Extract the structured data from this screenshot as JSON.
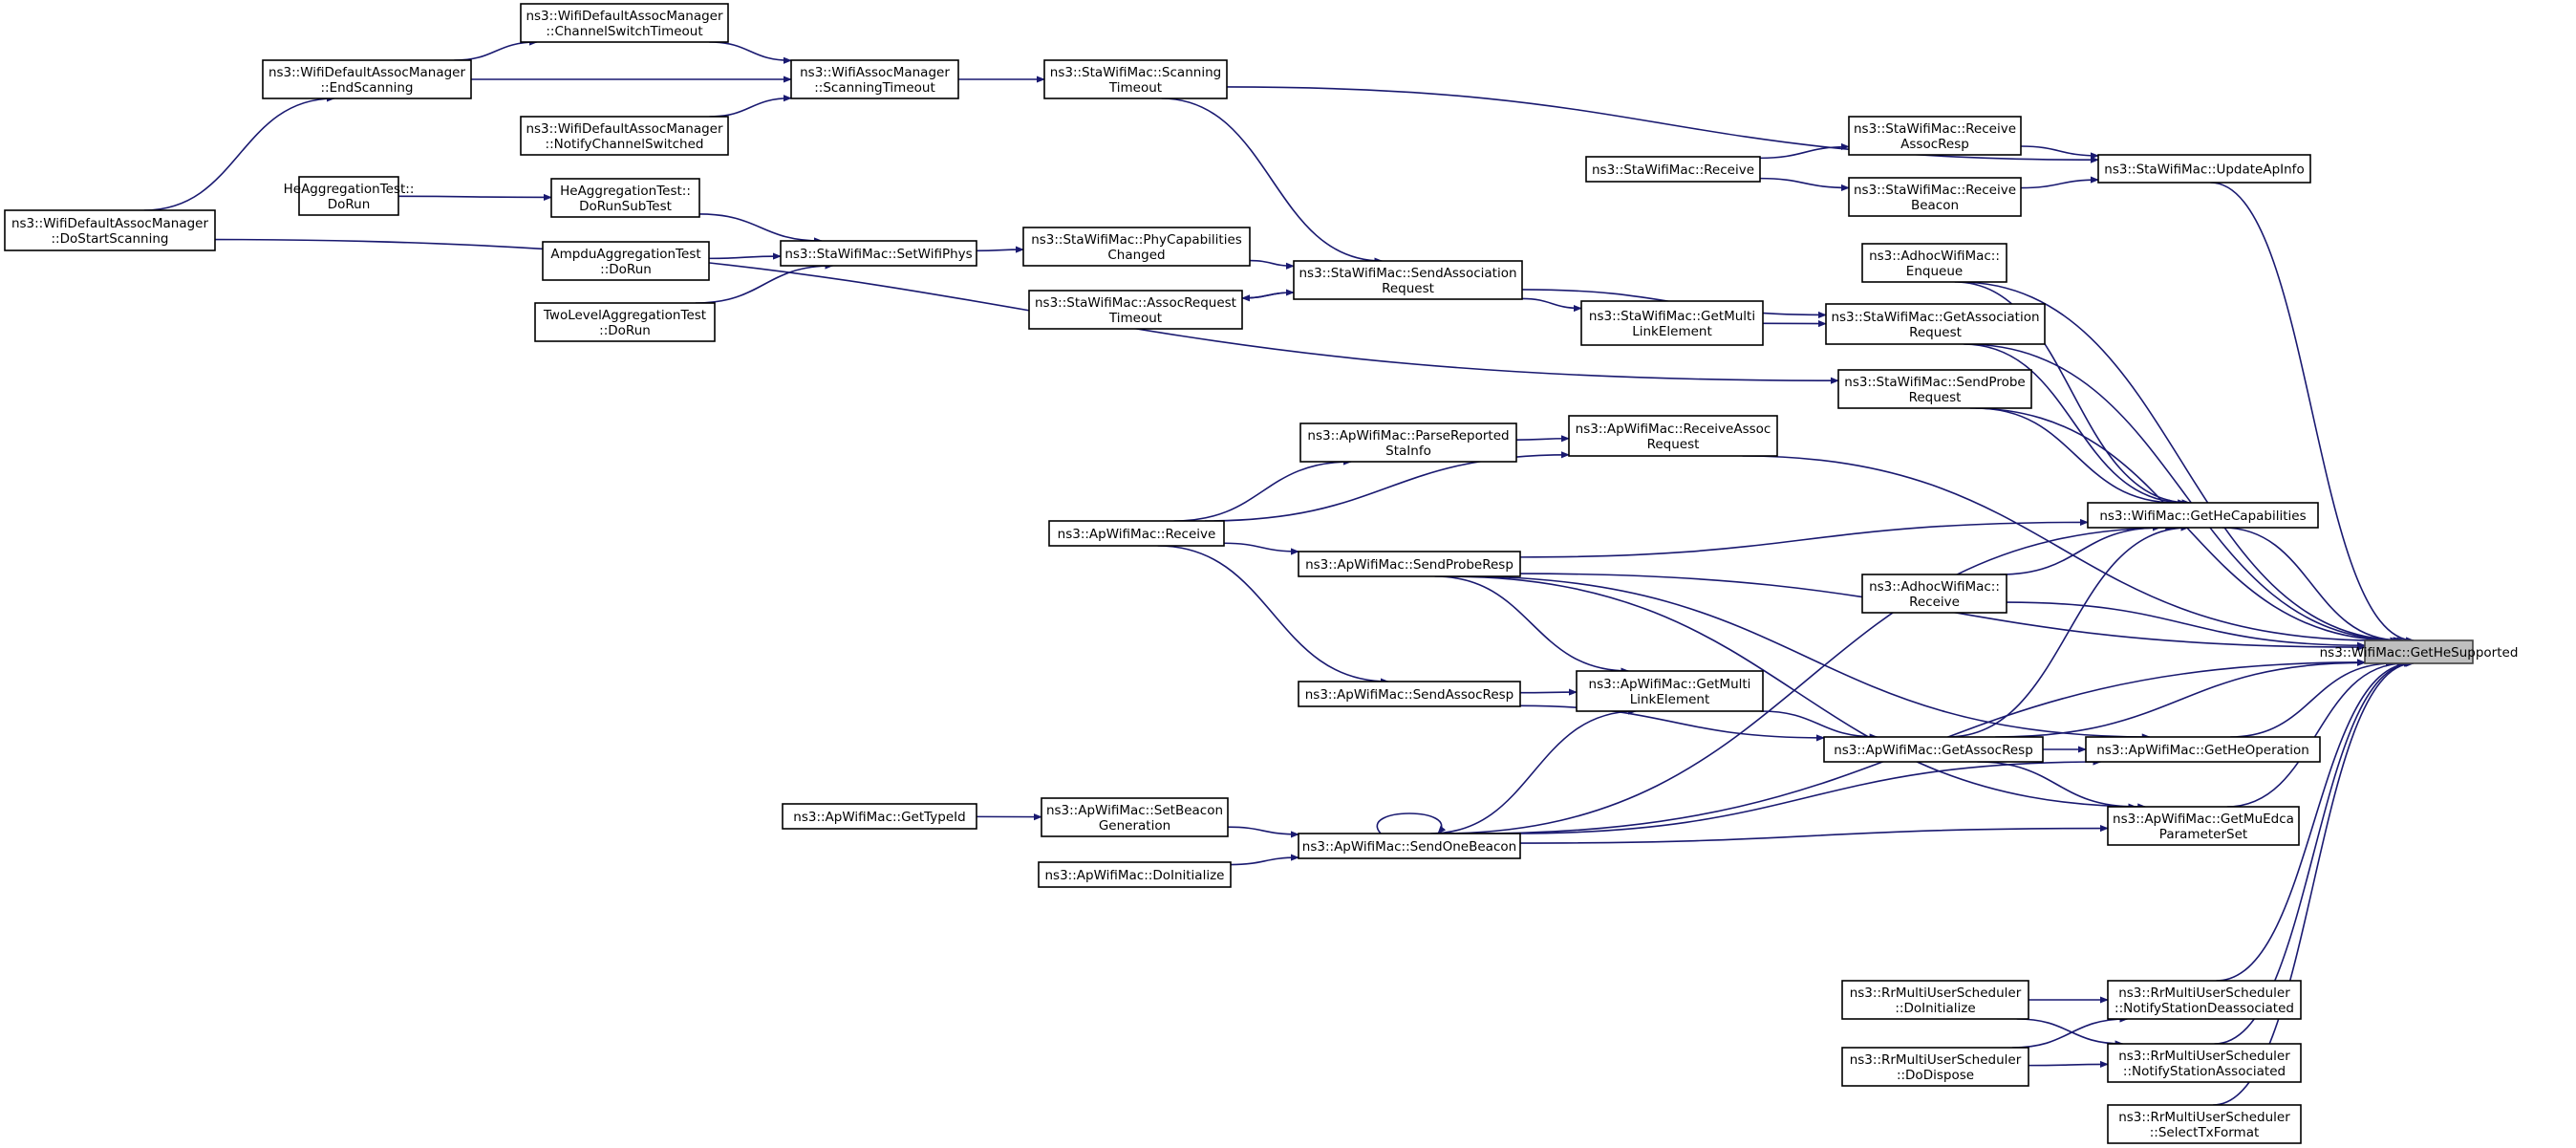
{
  "graph": {
    "title": "",
    "nodes": [
      {
        "id": "get_he_supported",
        "lines": [
          "ns3::WifiMac::GetHeSupported"
        ]
      },
      {
        "id": "update_ap_info",
        "lines": [
          "ns3::StaWifiMac::UpdateApInfo"
        ]
      },
      {
        "id": "receive_assoc_resp",
        "lines": [
          "ns3::StaWifiMac::Receive",
          "AssocResp"
        ]
      },
      {
        "id": "receive_beacon",
        "lines": [
          "ns3::StaWifiMac::Receive",
          "Beacon"
        ]
      },
      {
        "id": "sta_receive",
        "lines": [
          "ns3::StaWifiMac::Receive"
        ]
      },
      {
        "id": "scanning_timeout_sta",
        "lines": [
          "ns3::StaWifiMac::Scanning",
          "Timeout"
        ]
      },
      {
        "id": "assoc_scanning_timeout",
        "lines": [
          "ns3::WifiAssocManager",
          "::ScanningTimeout"
        ]
      },
      {
        "id": "channel_switch_timeout",
        "lines": [
          "ns3::WifiDefaultAssocManager",
          "::ChannelSwitchTimeout"
        ]
      },
      {
        "id": "end_scanning",
        "lines": [
          "ns3::WifiDefaultAssocManager",
          "::EndScanning"
        ]
      },
      {
        "id": "notify_channel_switched",
        "lines": [
          "ns3::WifiDefaultAssocManager",
          "::NotifyChannelSwitched"
        ]
      },
      {
        "id": "do_start_scanning",
        "lines": [
          "ns3::WifiDefaultAssocManager",
          "::DoStartScanning"
        ]
      },
      {
        "id": "he_aggr_dorun",
        "lines": [
          "HeAggregationTest::",
          "DoRun"
        ]
      },
      {
        "id": "he_aggr_dorunsubtest",
        "lines": [
          "HeAggregationTest::",
          "DoRunSubTest"
        ]
      },
      {
        "id": "ampdu_aggr_dorun",
        "lines": [
          "AmpduAggregationTest",
          "::DoRun"
        ]
      },
      {
        "id": "twolevel_aggr_dorun",
        "lines": [
          "TwoLevelAggregationTest",
          "::DoRun"
        ]
      },
      {
        "id": "set_wifi_phys",
        "lines": [
          "ns3::StaWifiMac::SetWifiPhys"
        ]
      },
      {
        "id": "phy_capabilities_changed",
        "lines": [
          "ns3::StaWifiMac::PhyCapabilities",
          "Changed"
        ]
      },
      {
        "id": "assoc_request_timeout",
        "lines": [
          "ns3::StaWifiMac::AssocRequest",
          "Timeout"
        ]
      },
      {
        "id": "send_association_request",
        "lines": [
          "ns3::StaWifiMac::SendAssociation",
          "Request"
        ]
      },
      {
        "id": "sta_get_multi_link_element",
        "lines": [
          "ns3::StaWifiMac::GetMulti",
          "LinkElement"
        ]
      },
      {
        "id": "adhoc_enqueue",
        "lines": [
          "ns3::AdhocWifiMac::",
          "Enqueue"
        ]
      },
      {
        "id": "get_association_request",
        "lines": [
          "ns3::StaWifiMac::GetAssociation",
          "Request"
        ]
      },
      {
        "id": "send_probe_request",
        "lines": [
          "ns3::StaWifiMac::SendProbe",
          "Request"
        ]
      },
      {
        "id": "parse_reported_sta_info",
        "lines": [
          "ns3::ApWifiMac::ParseReported",
          "StaInfo"
        ]
      },
      {
        "id": "receive_assoc_request",
        "lines": [
          "ns3::ApWifiMac::ReceiveAssoc",
          "Request"
        ]
      },
      {
        "id": "ap_receive",
        "lines": [
          "ns3::ApWifiMac::Receive"
        ]
      },
      {
        "id": "get_he_capabilities",
        "lines": [
          "ns3::WifiMac::GetHeCapabilities"
        ]
      },
      {
        "id": "send_probe_resp",
        "lines": [
          "ns3::ApWifiMac::SendProbeResp"
        ]
      },
      {
        "id": "adhoc_receive",
        "lines": [
          "ns3::AdhocWifiMac::",
          "Receive"
        ]
      },
      {
        "id": "send_assoc_resp",
        "lines": [
          "ns3::ApWifiMac::SendAssocResp"
        ]
      },
      {
        "id": "ap_get_multi_link_element",
        "lines": [
          "ns3::ApWifiMac::GetMulti",
          "LinkElement"
        ]
      },
      {
        "id": "get_assoc_resp",
        "lines": [
          "ns3::ApWifiMac::GetAssocResp"
        ]
      },
      {
        "id": "get_he_operation",
        "lines": [
          "ns3::ApWifiMac::GetHeOperation"
        ]
      },
      {
        "id": "get_type_id",
        "lines": [
          "ns3::ApWifiMac::GetTypeId"
        ]
      },
      {
        "id": "set_beacon_generation",
        "lines": [
          "ns3::ApWifiMac::SetBeacon",
          "Generation"
        ]
      },
      {
        "id": "get_mu_edca_parameter_set",
        "lines": [
          "ns3::ApWifiMac::GetMuEdca",
          "ParameterSet"
        ]
      },
      {
        "id": "send_one_beacon",
        "lines": [
          "ns3::ApWifiMac::SendOneBeacon"
        ]
      },
      {
        "id": "ap_do_initialize",
        "lines": [
          "ns3::ApWifiMac::DoInitialize"
        ]
      },
      {
        "id": "rr_notify_station_deassociated",
        "lines": [
          "ns3::RrMultiUserScheduler",
          "::NotifyStationDeassociated"
        ]
      },
      {
        "id": "rr_do_initialize",
        "lines": [
          "ns3::RrMultiUserScheduler",
          "::DoInitialize"
        ]
      },
      {
        "id": "rr_notify_station_associated",
        "lines": [
          "ns3::RrMultiUserScheduler",
          "::NotifyStationAssociated"
        ]
      },
      {
        "id": "rr_do_dispose",
        "lines": [
          "ns3::RrMultiUserScheduler",
          "::DoDispose"
        ]
      },
      {
        "id": "rr_select_tx_format",
        "lines": [
          "ns3::RrMultiUserScheduler",
          "::SelectTxFormat"
        ]
      }
    ],
    "edges": [
      {
        "from": "update_ap_info",
        "to": "get_he_supported"
      },
      {
        "from": "adhoc_enqueue",
        "to": "get_he_supported"
      },
      {
        "from": "get_association_request",
        "to": "get_he_supported"
      },
      {
        "from": "send_probe_request",
        "to": "get_he_supported"
      },
      {
        "from": "receive_assoc_request",
        "to": "get_he_supported"
      },
      {
        "from": "get_he_capabilities",
        "to": "get_he_supported"
      },
      {
        "from": "adhoc_receive",
        "to": "get_he_supported"
      },
      {
        "from": "send_probe_resp",
        "to": "get_he_supported"
      },
      {
        "from": "get_assoc_resp",
        "to": "get_he_supported"
      },
      {
        "from": "get_he_operation",
        "to": "get_he_supported"
      },
      {
        "from": "get_mu_edca_parameter_set",
        "to": "get_he_supported"
      },
      {
        "from": "send_one_beacon",
        "to": "get_he_supported"
      },
      {
        "from": "rr_notify_station_deassociated",
        "to": "get_he_supported"
      },
      {
        "from": "rr_notify_station_associated",
        "to": "get_he_supported"
      },
      {
        "from": "rr_select_tx_format",
        "to": "get_he_supported"
      },
      {
        "from": "scanning_timeout_sta",
        "to": "update_ap_info"
      },
      {
        "from": "receive_assoc_resp",
        "to": "update_ap_info"
      },
      {
        "from": "receive_beacon",
        "to": "update_ap_info"
      },
      {
        "from": "sta_receive",
        "to": "receive_assoc_resp"
      },
      {
        "from": "sta_receive",
        "to": "receive_beacon"
      },
      {
        "from": "assoc_scanning_timeout",
        "to": "scanning_timeout_sta"
      },
      {
        "from": "channel_switch_timeout",
        "to": "assoc_scanning_timeout"
      },
      {
        "from": "end_scanning",
        "to": "assoc_scanning_timeout"
      },
      {
        "from": "notify_channel_switched",
        "to": "assoc_scanning_timeout"
      },
      {
        "from": "end_scanning",
        "to": "channel_switch_timeout"
      },
      {
        "from": "do_start_scanning",
        "to": "end_scanning"
      },
      {
        "from": "do_start_scanning",
        "to": "send_probe_request"
      },
      {
        "from": "he_aggr_dorun",
        "to": "he_aggr_dorunsubtest"
      },
      {
        "from": "he_aggr_dorunsubtest",
        "to": "set_wifi_phys"
      },
      {
        "from": "ampdu_aggr_dorun",
        "to": "set_wifi_phys"
      },
      {
        "from": "twolevel_aggr_dorun",
        "to": "set_wifi_phys"
      },
      {
        "from": "set_wifi_phys",
        "to": "phy_capabilities_changed"
      },
      {
        "from": "phy_capabilities_changed",
        "to": "send_association_request"
      },
      {
        "from": "scanning_timeout_sta",
        "to": "send_association_request"
      },
      {
        "from": "assoc_request_timeout",
        "to": "send_association_request"
      },
      {
        "from": "send_association_request",
        "to": "assoc_request_timeout"
      },
      {
        "from": "send_association_request",
        "to": "get_association_request"
      },
      {
        "from": "send_association_request",
        "to": "sta_get_multi_link_element"
      },
      {
        "from": "sta_get_multi_link_element",
        "to": "get_association_request"
      },
      {
        "from": "get_association_request",
        "to": "get_he_capabilities"
      },
      {
        "from": "adhoc_enqueue",
        "to": "get_he_capabilities"
      },
      {
        "from": "send_probe_request",
        "to": "get_he_capabilities"
      },
      {
        "from": "adhoc_receive",
        "to": "get_he_capabilities"
      },
      {
        "from": "get_assoc_resp",
        "to": "get_he_capabilities"
      },
      {
        "from": "send_one_beacon",
        "to": "get_he_capabilities"
      },
      {
        "from": "send_probe_resp",
        "to": "get_he_capabilities"
      },
      {
        "from": "ap_receive",
        "to": "parse_reported_sta_info"
      },
      {
        "from": "ap_receive",
        "to": "receive_assoc_request"
      },
      {
        "from": "parse_reported_sta_info",
        "to": "receive_assoc_request"
      },
      {
        "from": "ap_receive",
        "to": "send_probe_resp"
      },
      {
        "from": "ap_receive",
        "to": "send_assoc_resp"
      },
      {
        "from": "send_assoc_resp",
        "to": "ap_get_multi_link_element"
      },
      {
        "from": "send_probe_resp",
        "to": "ap_get_multi_link_element"
      },
      {
        "from": "send_one_beacon",
        "to": "ap_get_multi_link_element"
      },
      {
        "from": "ap_get_multi_link_element",
        "to": "get_assoc_resp"
      },
      {
        "from": "send_assoc_resp",
        "to": "get_assoc_resp"
      },
      {
        "from": "get_assoc_resp",
        "to": "get_he_operation"
      },
      {
        "from": "get_assoc_resp",
        "to": "get_mu_edca_parameter_set"
      },
      {
        "from": "send_probe_resp",
        "to": "get_he_operation"
      },
      {
        "from": "send_one_beacon",
        "to": "get_he_operation"
      },
      {
        "from": "send_probe_resp",
        "to": "get_mu_edca_parameter_set"
      },
      {
        "from": "send_one_beacon",
        "to": "get_mu_edca_parameter_set"
      },
      {
        "from": "get_type_id",
        "to": "set_beacon_generation"
      },
      {
        "from": "set_beacon_generation",
        "to": "send_one_beacon"
      },
      {
        "from": "ap_do_initialize",
        "to": "send_one_beacon"
      },
      {
        "from": "send_one_beacon",
        "to": "send_one_beacon"
      },
      {
        "from": "rr_do_initialize",
        "to": "rr_notify_station_deassociated"
      },
      {
        "from": "rr_do_dispose",
        "to": "rr_notify_station_deassociated"
      },
      {
        "from": "rr_do_initialize",
        "to": "rr_notify_station_associated"
      },
      {
        "from": "rr_do_dispose",
        "to": "rr_notify_station_associated"
      }
    ]
  }
}
